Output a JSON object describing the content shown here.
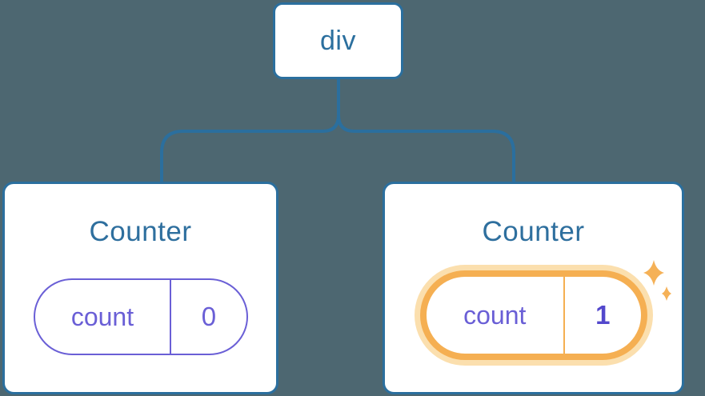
{
  "diagram": {
    "background_color": "#4d6771",
    "accent_blue": "#2b6f9e",
    "accent_purple": "#6a5fd6",
    "accent_orange": "#f5af52",
    "highlight_glow_color": "#fbdfae",
    "root": {
      "label": "div"
    },
    "children": [
      {
        "title": "Counter",
        "state": {
          "name": "count",
          "value": "0"
        },
        "highlighted": false
      },
      {
        "title": "Counter",
        "state": {
          "name": "count",
          "value": "1"
        },
        "highlighted": true
      }
    ]
  }
}
